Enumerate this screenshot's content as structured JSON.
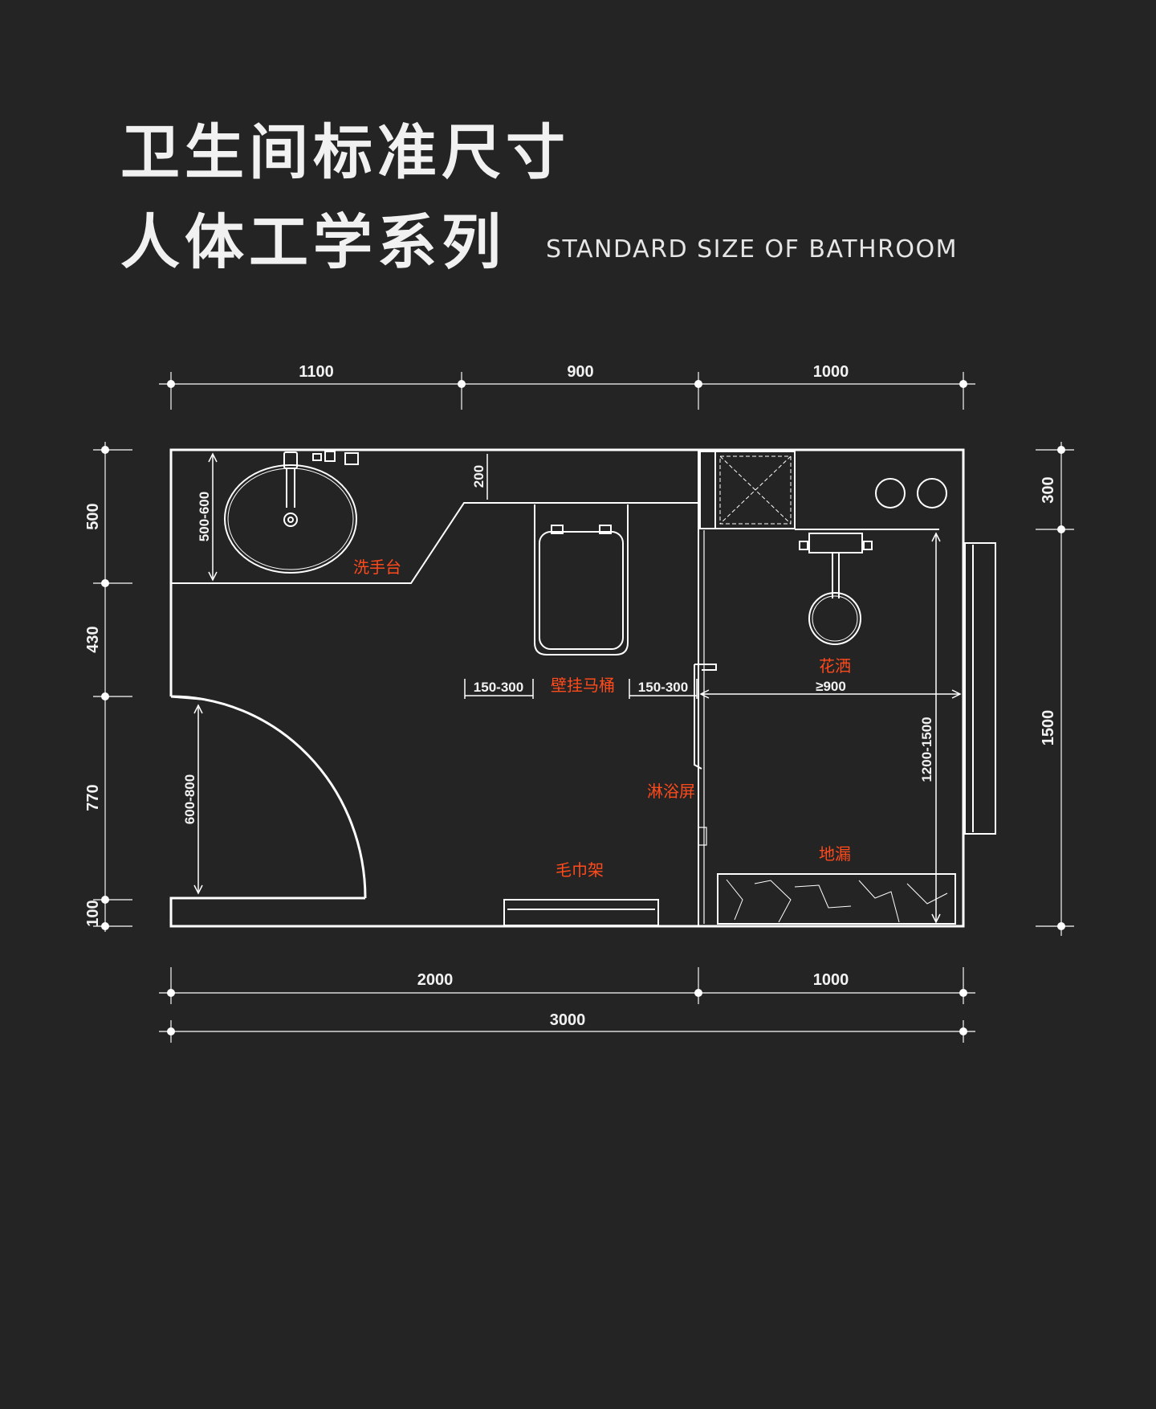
{
  "header": {
    "title_line1": "卫生间标准尺寸",
    "title_line2": "人体工学系列",
    "subtitle": "STANDARD SIZE OF BATHROOM"
  },
  "dimensions": {
    "top": [
      "1100",
      "900",
      "1000"
    ],
    "left": [
      "500",
      "430",
      "770",
      "100"
    ],
    "right": [
      "300",
      "1500"
    ],
    "bottom": [
      "2000",
      "1000"
    ],
    "total": "3000",
    "basin_depth": "500-600",
    "counter_gap": "200",
    "toilet_left_clearance": "150-300",
    "toilet_right_clearance": "150-300",
    "shower_width": "≥900",
    "shower_head_height": "1200-1500",
    "door_width": "600-800"
  },
  "labels": {
    "wash_basin": "洗手台",
    "wall_toilet": "壁挂马桶",
    "shower_head": "花洒",
    "shower_screen": "淋浴屏",
    "towel_rack": "毛巾架",
    "floor_drain": "地漏"
  },
  "colors": {
    "background": "#242424",
    "line": "#ffffff",
    "label": "#ff4a1c"
  }
}
